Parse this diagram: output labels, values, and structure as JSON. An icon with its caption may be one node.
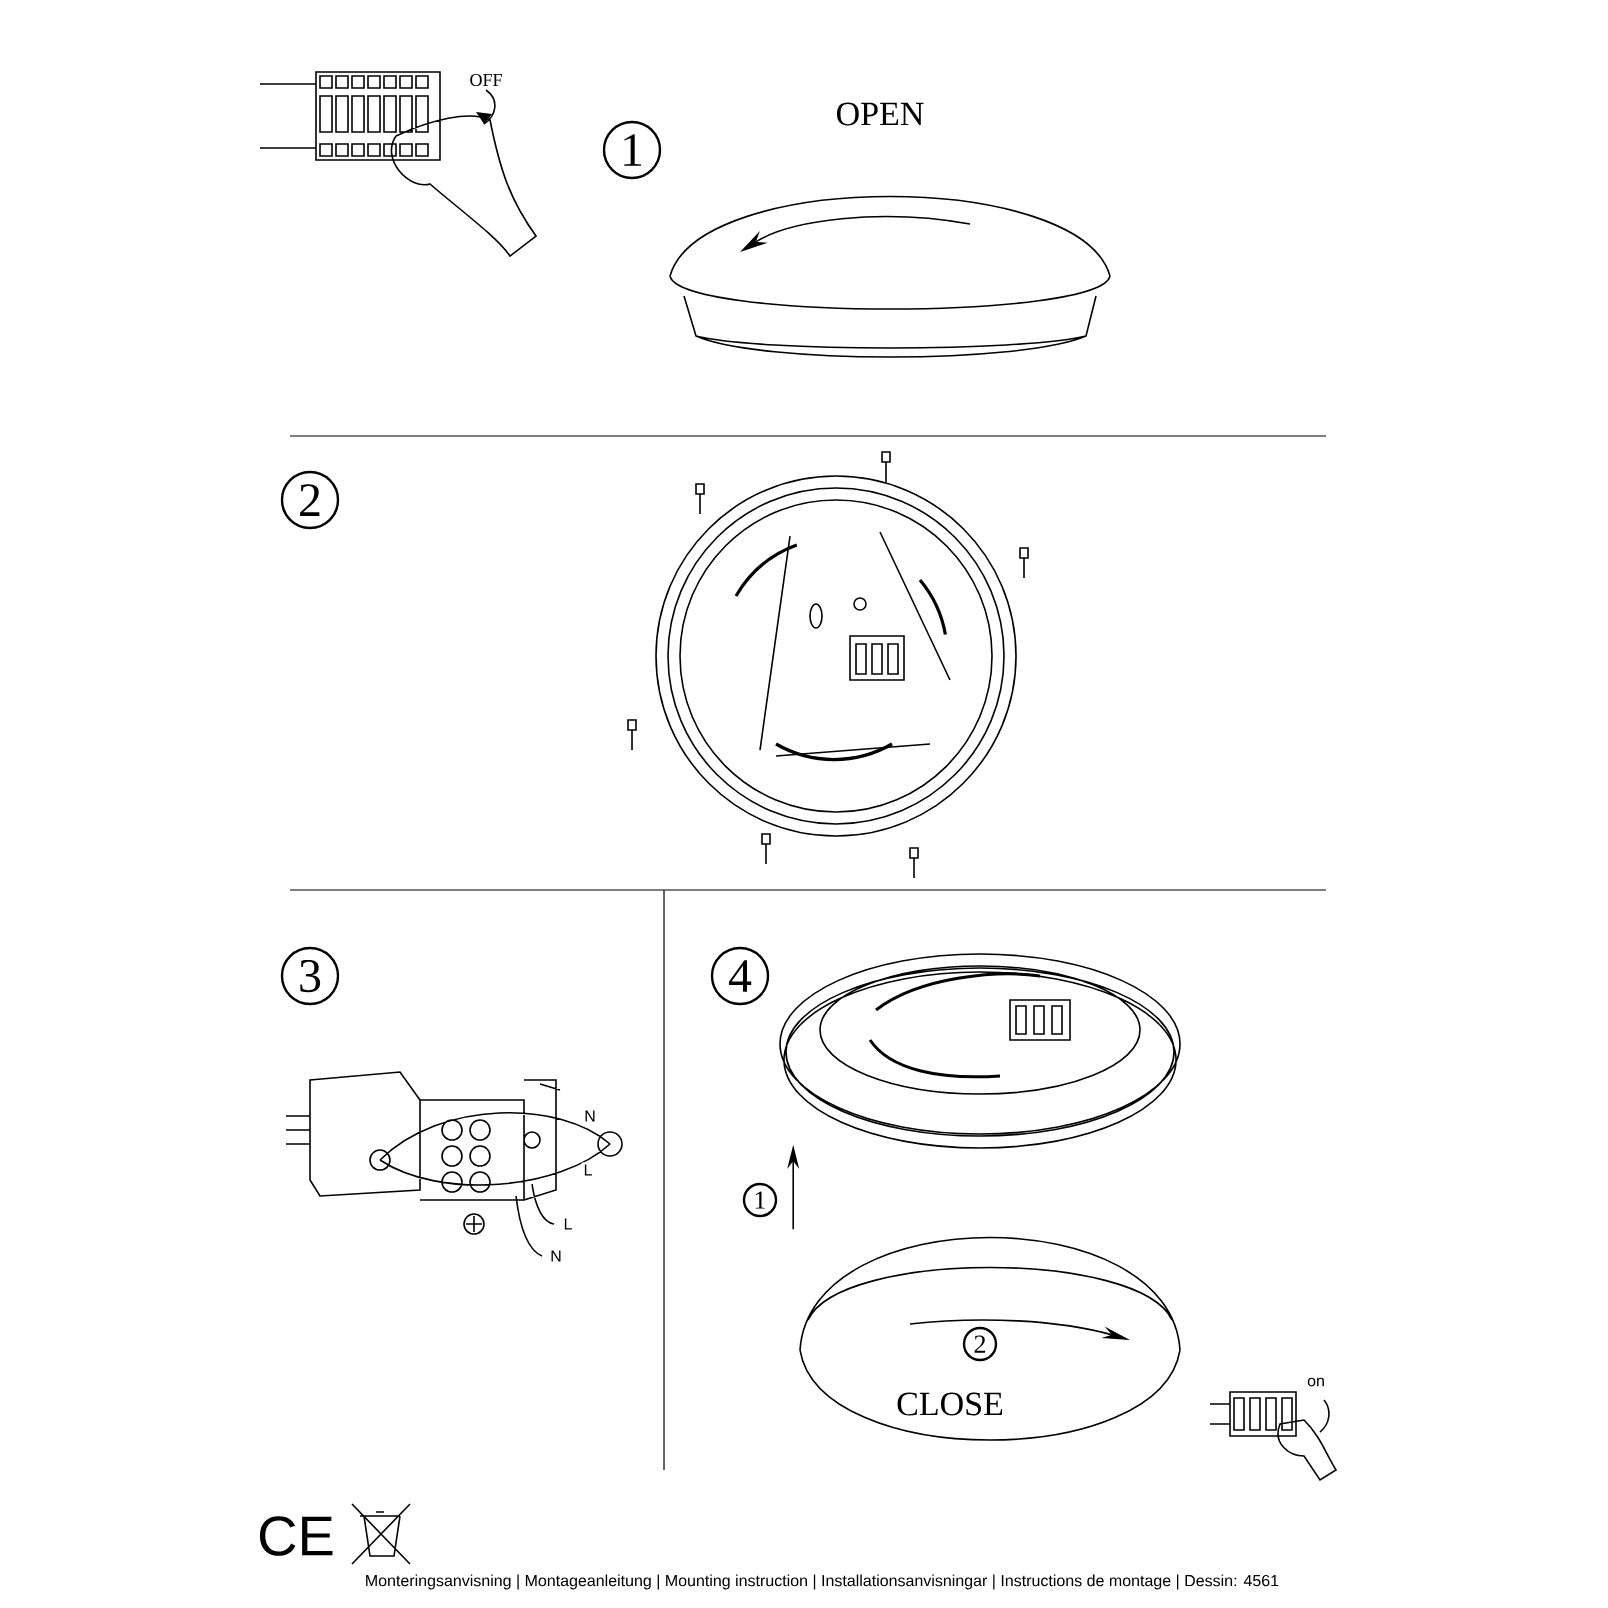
{
  "diagram": {
    "nodes": [
      {
        "text": [
          "1"
        ]
      },
      {
        "text": [
          "2"
        ]
      },
      {
        "text": [
          "3"
        ]
      },
      {
        "text": [
          "4"
        ]
      },
      {
        "text": [
          "1"
        ]
      },
      {
        "text": [
          "2"
        ],
        "in": 7
      },
      {
        "text": [],
        "shape": "picture"
      },
      {
        "text": [],
        "shape": "picture"
      }
    ],
    "edges": [
      {
        "from": 7,
        "to": 6,
        "arrow": "to"
      }
    ],
    "labels": [
      "OFF",
      "OPEN",
      "N",
      "L",
      "L",
      "N",
      "CLOSE",
      "on",
      "CE",
      "Monteringsanvisning | Montageanleitung | Mounting instruction | Installationsanvisningar | Instructions de montage | Dessin: 4561"
    ]
  }
}
